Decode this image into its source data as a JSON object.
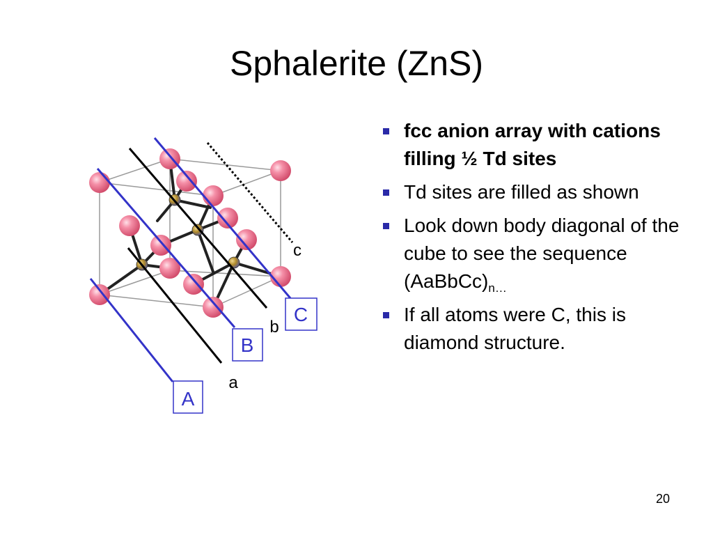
{
  "title": "Sphalerite (ZnS)",
  "bullets": [
    {
      "text": "fcc anion array with cations filling ½ Td sites",
      "bold": true
    },
    {
      "text": "Td sites are filled as shown",
      "bold": false
    },
    {
      "text": "Look down body diagonal of the cube to see the sequence (AaBbCc)",
      "subscript": "n…",
      "bold": false
    },
    {
      "text": "If all atoms were C, this is diamond structure.",
      "bold": false
    }
  ],
  "figure": {
    "layer_labels_upper": [
      "A",
      "B",
      "C"
    ],
    "layer_labels_lower": [
      "a",
      "b",
      "c"
    ]
  },
  "colors": {
    "bullet": "#2a2aa8",
    "plane_line": "#3333c8",
    "anion": "#f07890",
    "cation": "#b08a2a"
  },
  "page_number": "20"
}
